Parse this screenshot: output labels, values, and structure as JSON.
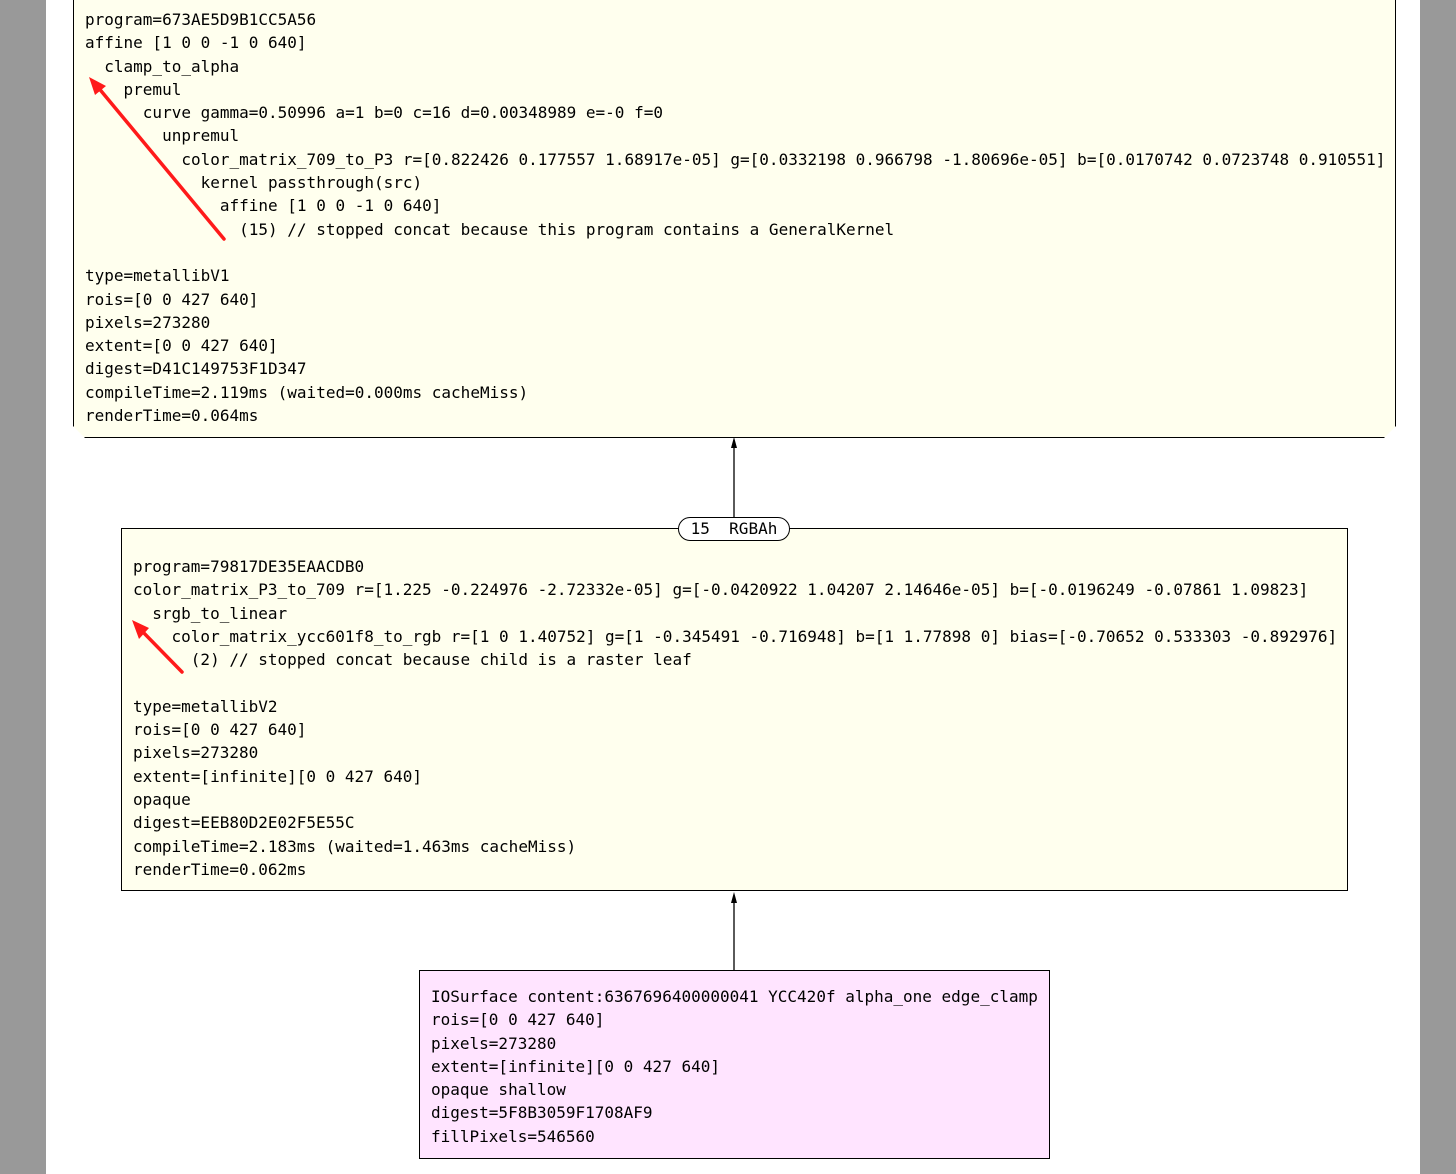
{
  "node_a": {
    "lines": [
      "program=673AE5D9B1CC5A56",
      "affine [1 0 0 -1 0 640]",
      "  clamp_to_alpha",
      "    premul",
      "      curve gamma=0.50996 a=1 b=0 c=16 d=0.00348989 e=-0 f=0",
      "        unpremul",
      "          color_matrix_709_to_P3 r=[0.822426 0.177557 1.68917e-05] g=[0.0332198 0.966798 -1.80696e-05] b=[0.0170742 0.0723748 0.910551]",
      "            kernel passthrough(src)",
      "              affine [1 0 0 -1 0 640]",
      "                (15) // stopped concat because this program contains a GeneralKernel",
      "",
      "type=metallibV1",
      "rois=[0 0 427 640]",
      "pixels=273280",
      "extent=[0 0 427 640]",
      "digest=D41C149753F1D347",
      "compileTime=2.119ms (waited=0.000ms cacheMiss)",
      "renderTime=0.064ms"
    ]
  },
  "edge_label": {
    "id": "15",
    "format": "RGBAh"
  },
  "node_b": {
    "lines": [
      "program=79817DE35EAACDB0",
      "color_matrix_P3_to_709 r=[1.225 -0.224976 -2.72332e-05] g=[-0.0420922 1.04207 2.14646e-05] b=[-0.0196249 -0.07861 1.09823]",
      "  srgb_to_linear",
      "    color_matrix_ycc601f8_to_rgb r=[1 0 1.40752] g=[1 -0.345491 -0.716948] b=[1 1.77898 0] bias=[-0.70652 0.533303 -0.892976]",
      "      (2) // stopped concat because child is a raster leaf",
      "",
      "type=metallibV2",
      "rois=[0 0 427 640]",
      "pixels=273280",
      "extent=[infinite][0 0 427 640]",
      "opaque",
      "digest=EEB80D2E02F5E55C",
      "compileTime=2.183ms (waited=1.463ms cacheMiss)",
      "renderTime=0.062ms"
    ]
  },
  "node_c": {
    "lines": [
      "IOSurface content:6367696400000041 YCC420f alpha_one edge_clamp",
      "rois=[0 0 427 640]",
      "pixels=273280",
      "extent=[infinite][0 0 427 640]",
      "opaque shallow",
      "digest=5F8B3059F1708AF9",
      "fillPixels=546560"
    ]
  },
  "colors": {
    "node_fill": "#ffffee",
    "source_fill": "#ffe4ff",
    "annotation_arrow": "#ff0000",
    "background": "#999999"
  }
}
